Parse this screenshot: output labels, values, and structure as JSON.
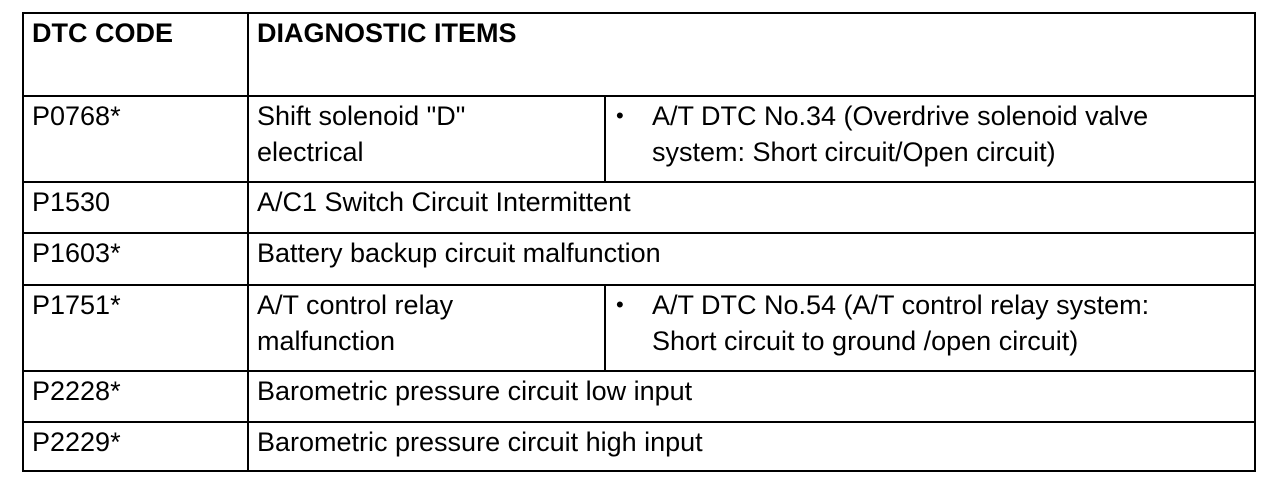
{
  "table": {
    "headers": {
      "code": "DTC CODE",
      "items": "DIAGNOSTIC ITEMS"
    },
    "bullet_glyph": "•",
    "rows": [
      {
        "code": "P0768*",
        "item": "Shift solenoid \"D\"\nelectrical",
        "note": "A/T DTC No.34 (Overdrive solenoid valve\nsystem: Short circuit/Open circuit)"
      },
      {
        "code": "P1530",
        "item": "A/C1 Switch Circuit Intermittent"
      },
      {
        "code": "P1603*",
        "item": "Battery backup circuit malfunction"
      },
      {
        "code": "P1751*",
        "item": "A/T control relay\nmalfunction",
        "note": "A/T DTC No.54 (A/T control relay system:\nShort circuit to ground /open circuit)"
      },
      {
        "code": "P2228*",
        "item": "Barometric pressure circuit low input"
      },
      {
        "code": "P2229*",
        "item": "Barometric pressure circuit high input"
      }
    ]
  }
}
